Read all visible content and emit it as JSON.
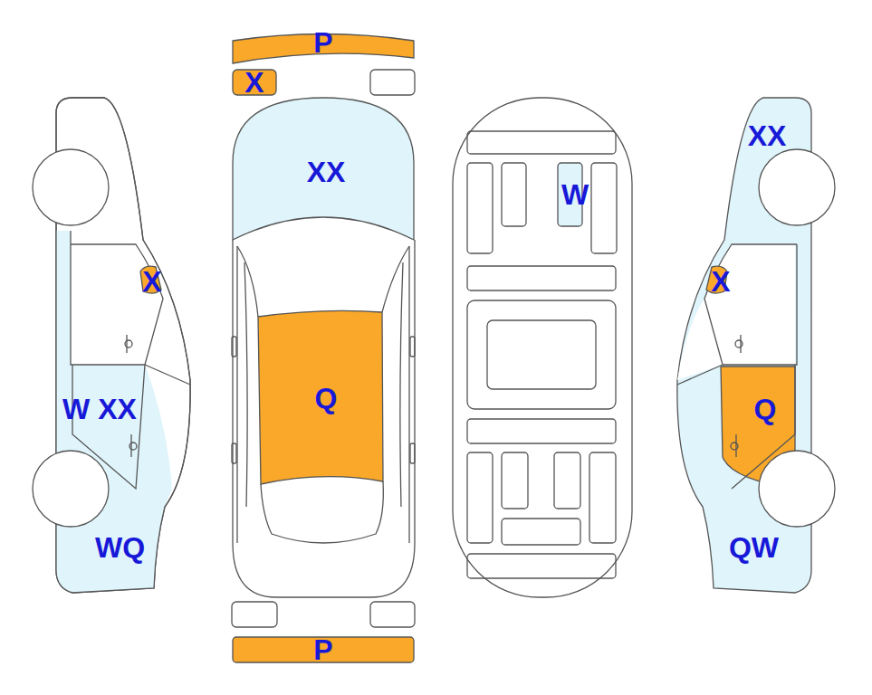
{
  "diagram": {
    "nodes": [
      {
        "text": [
          "P"
        ]
      },
      {
        "text": [
          "X"
        ]
      },
      {
        "text": [
          "XX"
        ]
      },
      {
        "text": [
          "W"
        ]
      },
      {
        "text": [
          "XX"
        ]
      },
      {
        "text": [
          "X"
        ]
      },
      {
        "text": [
          "X"
        ]
      },
      {
        "text": [
          "Q"
        ]
      },
      {
        "text": [
          "W XX"
        ]
      },
      {
        "text": [
          "Q"
        ]
      },
      {
        "text": [
          "WQ"
        ]
      },
      {
        "text": [
          "QW"
        ]
      },
      {
        "text": [
          "P"
        ]
      }
    ]
  }
}
